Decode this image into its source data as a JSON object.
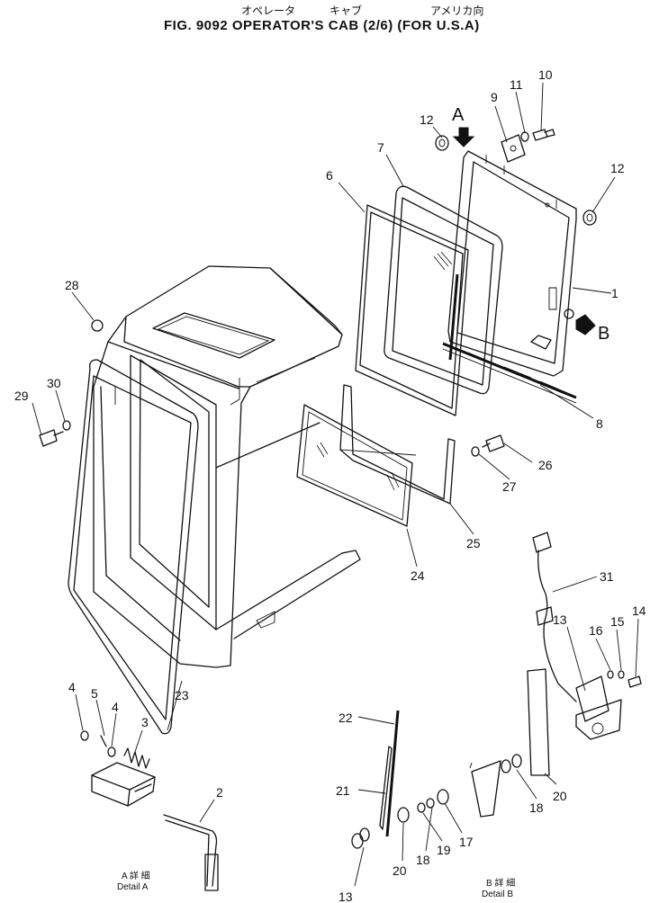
{
  "header": {
    "jp_operator": "オペレータ",
    "jp_cab": "キャブ",
    "jp_usa": "アメリカ向",
    "title": "FIG. 9092  OPERATOR'S CAB (2/6) (FOR U.S.A)"
  },
  "view_markers": {
    "a": "A",
    "b": "B"
  },
  "callouts": {
    "p1": "1",
    "p2": "2",
    "p3": "3",
    "p4a": "4",
    "p4b": "4",
    "p5": "5",
    "p6": "6",
    "p7": "7",
    "p8": "8",
    "p9": "9",
    "p10": "10",
    "p11": "11",
    "p12a": "12",
    "p12b": "12",
    "p13a": "13",
    "p13b": "13",
    "p14": "14",
    "p15": "15",
    "p16": "16",
    "p17": "17",
    "p18a": "18",
    "p18b": "18",
    "p19": "19",
    "p20a": "20",
    "p20b": "20",
    "p21": "21",
    "p22": "22",
    "p23": "23",
    "p24": "24",
    "p25": "25",
    "p26": "26",
    "p27": "27",
    "p28": "28",
    "p29": "29",
    "p30": "30",
    "p31": "31"
  },
  "details": {
    "a_jp": "A 詳 細",
    "a_en": "Detail A",
    "b_jp": "B 詳 細",
    "b_en": "Detail B"
  }
}
